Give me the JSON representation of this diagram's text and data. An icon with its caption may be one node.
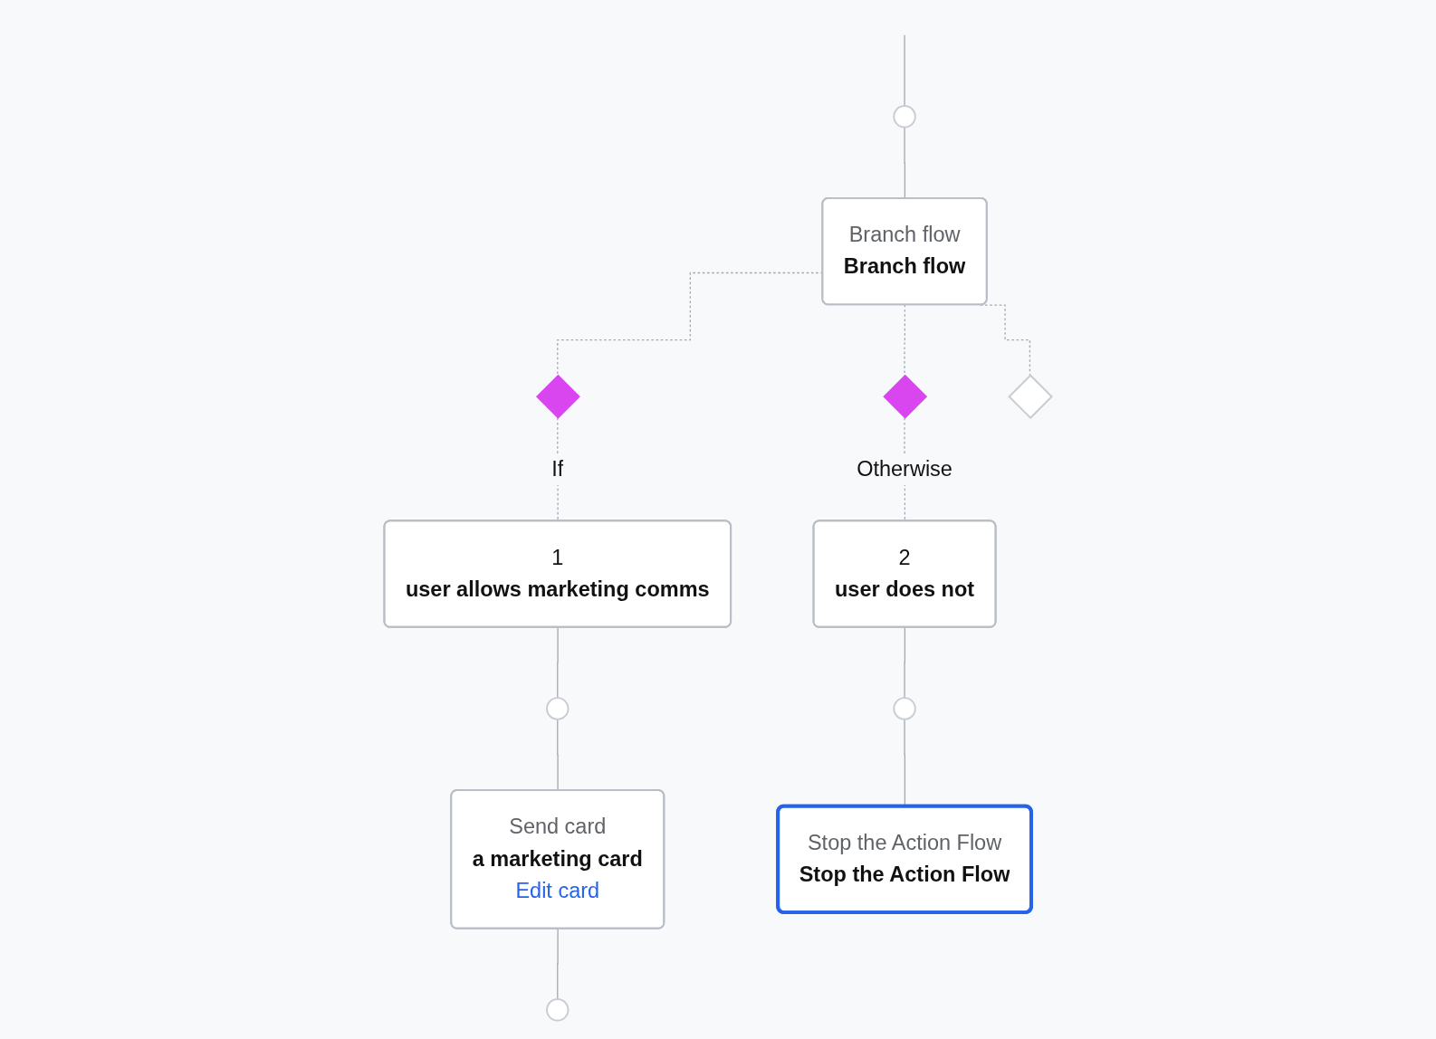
{
  "diagram": {
    "nodes": [
      {
        "text": [],
        "shape": "circle"
      },
      {
        "text": [
          "Branch flow",
          "Branch flow"
        ]
      },
      {
        "text": [],
        "shape": "diamond"
      },
      {
        "text": [],
        "shape": "diamond"
      },
      {
        "text": [],
        "shape": "diamond"
      },
      {
        "text": [
          "1",
          "user allows marketing comms"
        ]
      },
      {
        "text": [
          "2",
          "user does not"
        ]
      },
      {
        "text": [],
        "shape": "circle"
      },
      {
        "text": [],
        "shape": "circle"
      },
      {
        "text": [
          "Send card",
          "a marketing card",
          "Edit card"
        ]
      },
      {
        "text": [
          "Stop the Action Flow",
          "Stop the Action Flow"
        ]
      },
      {
        "text": [],
        "shape": "circle"
      }
    ],
    "edges": [
      {
        "from": null,
        "to": 0,
        "arrow": "none"
      },
      {
        "from": 0,
        "to": 1,
        "arrow": "none"
      },
      {
        "from": 1,
        "to": 2,
        "arrow": "none",
        "style": "dashed"
      },
      {
        "from": 1,
        "to": 3,
        "arrow": "none",
        "style": "dashed"
      },
      {
        "from": 1,
        "to": 4,
        "arrow": "none",
        "style": "dashed"
      },
      {
        "from": 2,
        "to": 5,
        "arrow": "none",
        "style": "dashed",
        "label": "If"
      },
      {
        "from": 3,
        "to": 6,
        "arrow": "none",
        "style": "dashed",
        "label": "Otherwise"
      },
      {
        "from": 5,
        "to": 7,
        "arrow": "none"
      },
      {
        "from": 6,
        "to": 8,
        "arrow": "none"
      },
      {
        "from": 7,
        "to": 9,
        "arrow": "none"
      },
      {
        "from": 8,
        "to": 10,
        "arrow": "none"
      },
      {
        "from": 9,
        "to": 11,
        "arrow": "none"
      }
    ]
  }
}
